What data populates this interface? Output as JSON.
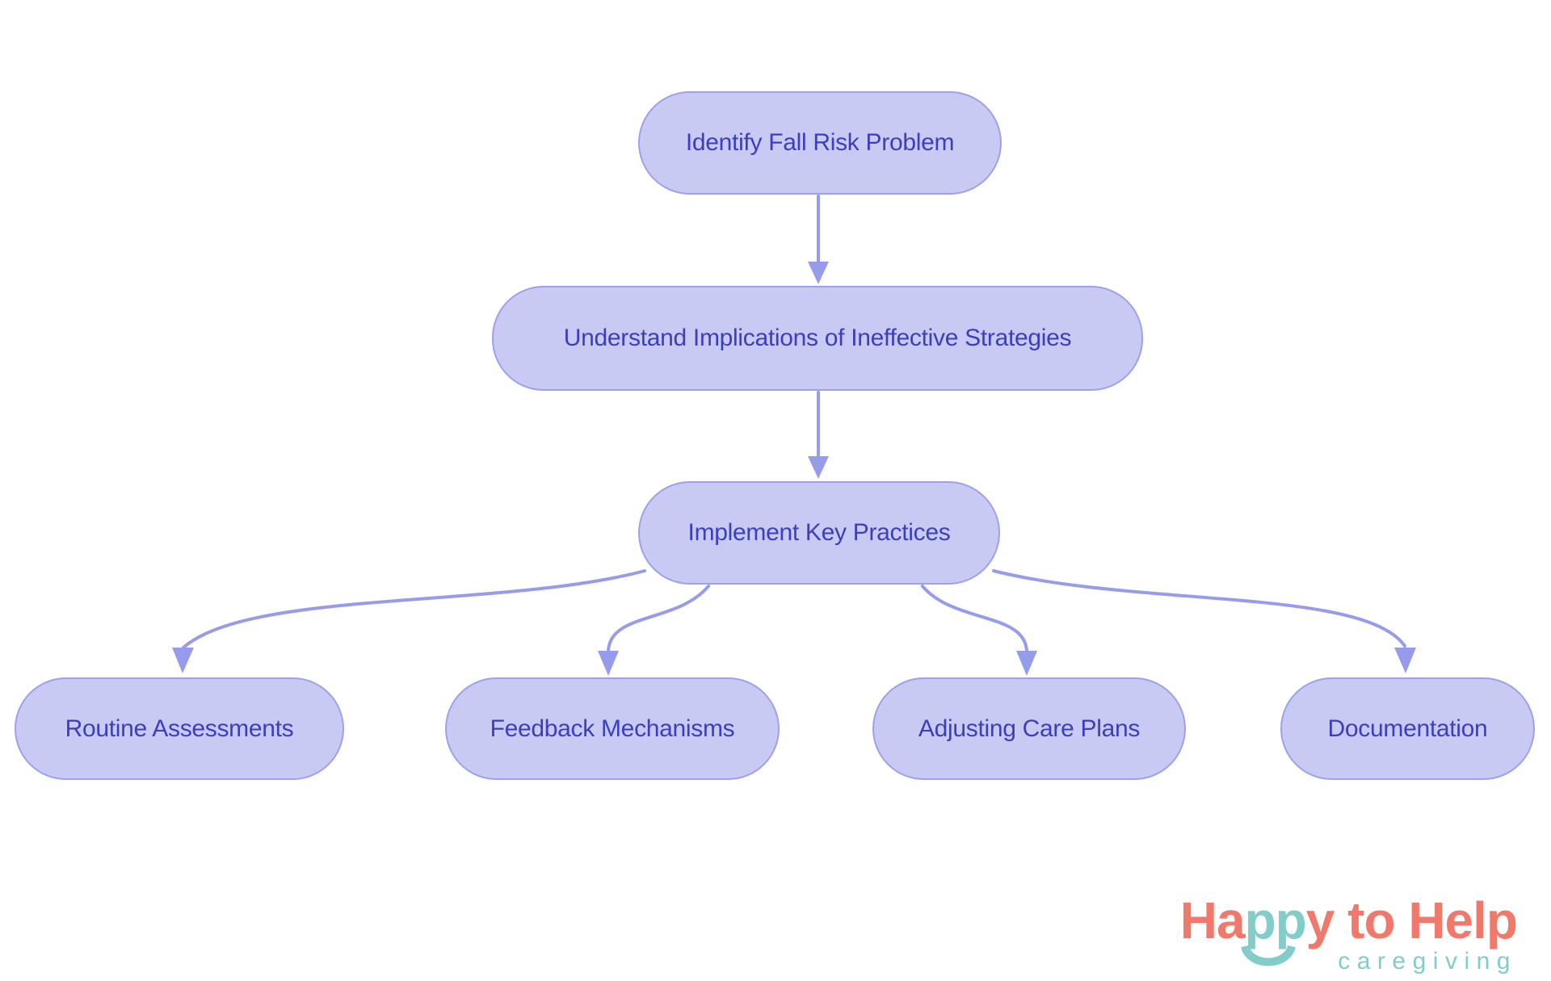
{
  "flowchart": {
    "node_fill": "#c9caf4",
    "node_border": "#9ca0ed",
    "node_text_color": "#3b3ec0",
    "arrow_color": "#979beb",
    "nodes": [
      {
        "id": "identify",
        "label": "Identify Fall Risk Problem"
      },
      {
        "id": "understand",
        "label": "Understand Implications of Ineffective Strategies"
      },
      {
        "id": "implement",
        "label": "Implement Key Practices"
      },
      {
        "id": "routine",
        "label": "Routine Assessments"
      },
      {
        "id": "feedback",
        "label": "Feedback Mechanisms"
      },
      {
        "id": "adjusting",
        "label": "Adjusting Care Plans"
      },
      {
        "id": "documentation",
        "label": "Documentation"
      }
    ],
    "edges": [
      {
        "from": "identify",
        "to": "understand"
      },
      {
        "from": "understand",
        "to": "implement"
      },
      {
        "from": "implement",
        "to": "routine"
      },
      {
        "from": "implement",
        "to": "feedback"
      },
      {
        "from": "implement",
        "to": "adjusting"
      },
      {
        "from": "implement",
        "to": "documentation"
      }
    ]
  },
  "logo": {
    "word_part1": "Ha",
    "word_part2": "pp",
    "word_part3": "y to Help",
    "tagline": "caregiving",
    "coral": "#f0796b",
    "teal": "#82ccc9"
  }
}
